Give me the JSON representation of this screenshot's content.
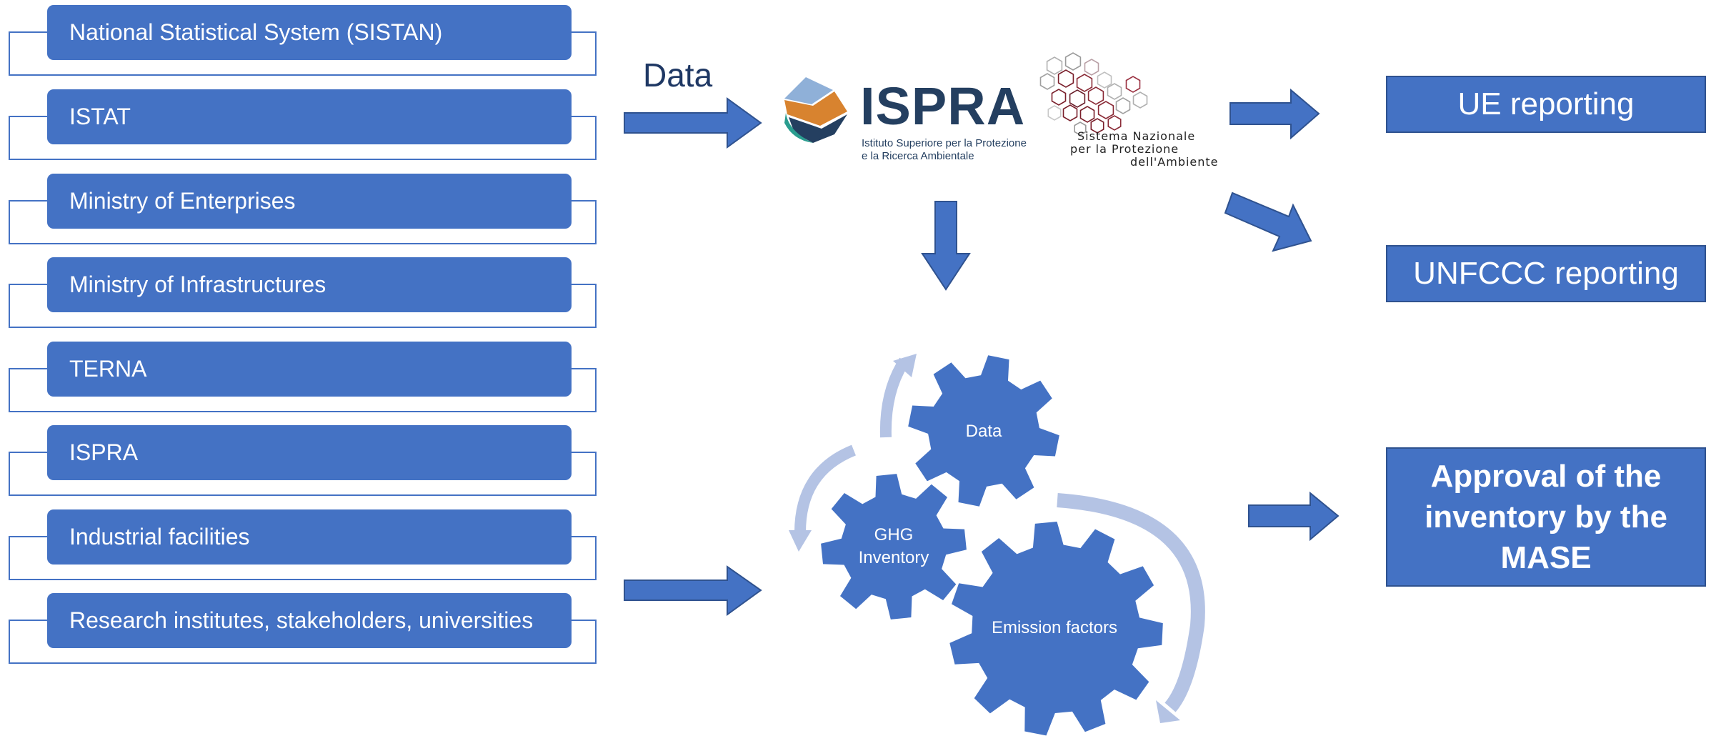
{
  "sources": [
    "National Statistical System (SISTAN)",
    "ISTAT",
    "Ministry of Enterprises",
    "Ministry of Infrastructures",
    "TERNA",
    "ISPRA",
    "Industrial facilities",
    "Research institutes, stakeholders, universities"
  ],
  "flow_label": "Data",
  "ispra_logo": {
    "name": "ISPRA",
    "subtitle_line1": "Istituto Superiore per la Protezione",
    "subtitle_line2": "e la Ricerca Ambientale"
  },
  "snpa_logo": {
    "line1": "Sistema Nazionale",
    "line2": "per la Protezione",
    "line3": "dell'Ambiente"
  },
  "gears": {
    "data": "Data",
    "ghg_line1": "GHG",
    "ghg_line2": "Inventory",
    "emission": "Emission factors"
  },
  "outputs": {
    "ue": "UE reporting",
    "unfccc": "UNFCCC reporting",
    "approval_line1": "Approval of the",
    "approval_line2": "inventory by the",
    "approval_line3": "MASE"
  },
  "colors": {
    "primary": "#4472c4",
    "primary_dark": "#2f528f",
    "cycle_arrow": "#b4c3e4",
    "ispra_text": "#243f60",
    "ispra_orange": "#d8832f",
    "ispra_lightblue": "#8fb0d8",
    "ispra_teal": "#2a9d8f",
    "snpa_red": "#7a1f2b"
  }
}
